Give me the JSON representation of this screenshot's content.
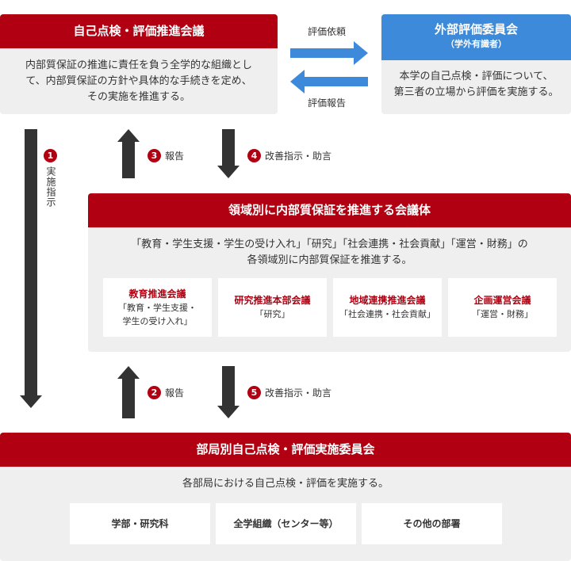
{
  "self_eval": {
    "title": "自己点検・評価推進会議",
    "lines": [
      "内部質保証の推進に責任を負う全学的な組織とし",
      "て、内部質保証の方針や具体的な手続きを定め、",
      "その実施を推進する。"
    ]
  },
  "external": {
    "title": "外部評価委員会",
    "subtitle": "（学外有識者）",
    "lines": [
      "本学の自己点検・評価について、",
      "第三者の立場から評価を実施する。"
    ]
  },
  "flows": {
    "request": "評価依頼",
    "report": "評価報告",
    "implement_num": "1",
    "implement": "実施指示",
    "report3_num": "3",
    "report3": "報告",
    "advice4_num": "4",
    "advice4": "改善指示・助言",
    "report2_num": "2",
    "report2": "報告",
    "advice5_num": "5",
    "advice5": "改善指示・助言"
  },
  "domain": {
    "title": "領域別に内部質保証を推進する会議体",
    "lines": [
      "「教育・学生支援・学生の受け入れ」「研究」「社会連携・社会貢献」「運営・財務」の",
      "各領域別に内部質保証を推進する。"
    ],
    "committees": [
      {
        "name": "教育推進会議",
        "scope": "「教育・学生支援・\n学生の受け入れ」"
      },
      {
        "name": "研究推進本部会議",
        "scope": "「研究」"
      },
      {
        "name": "地域連携推進会議",
        "scope": "「社会連携・社会貢献」"
      },
      {
        "name": "企画運営会議",
        "scope": "「運営・財務」"
      }
    ]
  },
  "dept": {
    "title": "部局別自己点検・評価実施委員会",
    "line": "各部局における自己点検・評価を実施する。",
    "units": [
      "学部・研究科",
      "全学組織（センター等）",
      "その他の部署"
    ]
  },
  "colors": {
    "header_red": "#b00011",
    "header_blue": "#3c8ad9",
    "arrow_blue": "#3c8ad9",
    "arrow_dark": "#333333",
    "panel_gray": "#efefef"
  }
}
